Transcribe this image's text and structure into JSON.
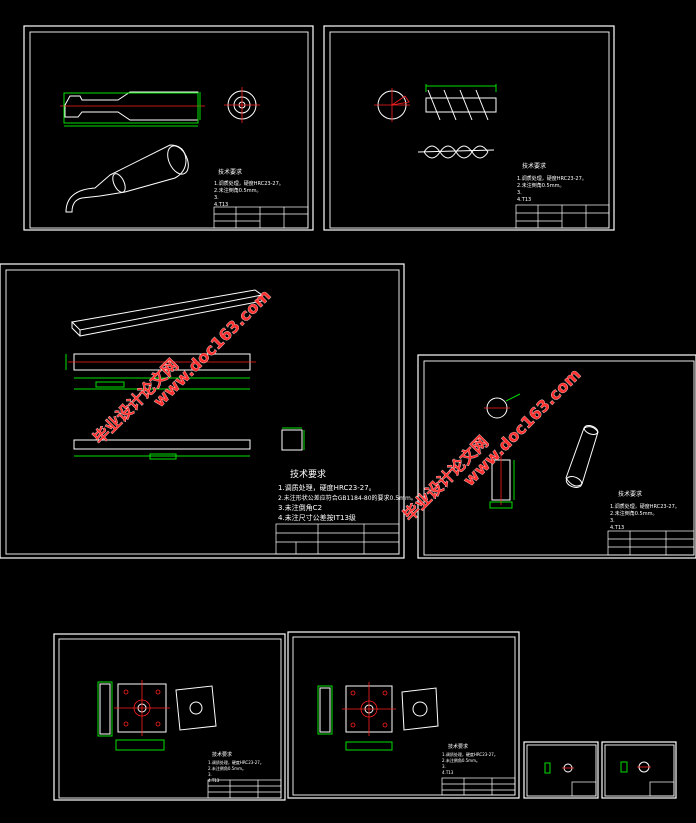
{
  "notes": {
    "heading": "技术要求",
    "sheet1": {
      "line1": "1.调质处理，硬度HRC23-27。",
      "line2": "2.未注倒角0.5mm。",
      "line3": "3.",
      "line4": "4.T13"
    },
    "sheet3": {
      "line1": "1.调质处理，硬度HRC23-27。",
      "line2": "2.未注形状公差应符合GB1184-80的要求0.5mm。",
      "line3": "3.未注倒角C2",
      "line4": "4.未注尺寸公差按IT13级"
    }
  },
  "watermark": {
    "site": "毕业设计论文网",
    "url": "www.doc163.com"
  }
}
